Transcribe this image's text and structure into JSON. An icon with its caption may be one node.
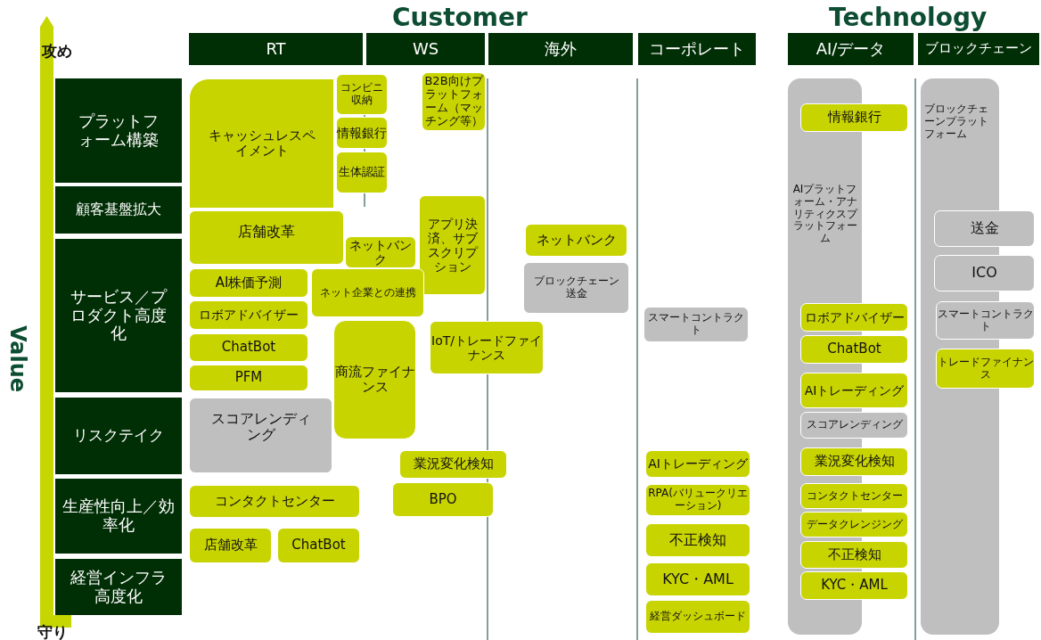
{
  "diagram": {
    "nodes": [
      {
        "text": [
          "RT"
        ]
      },
      {
        "text": [
          "WS"
        ]
      },
      {
        "text": [
          "海外"
        ]
      },
      {
        "text": [
          "コーポレート"
        ]
      },
      {
        "text": [
          "AI/データ"
        ]
      },
      {
        "text": [
          "ブロックチェーン"
        ]
      },
      {
        "text": [
          "プラットフォーム構築"
        ]
      },
      {
        "text": [
          "顧客基盤拡大"
        ]
      },
      {
        "text": [
          "サービス／プロダクト高度化"
        ]
      },
      {
        "text": [
          "リスクテイク"
        ]
      },
      {
        "text": [
          "生産性向上／効率化"
        ]
      },
      {
        "text": [
          "経営インフラ高度化"
        ]
      },
      {
        "text": [
          "キャッシュレスペイメント"
        ]
      },
      {
        "text": [
          "コンビニ収納"
        ]
      },
      {
        "text": [
          "情報銀行"
        ]
      },
      {
        "text": [
          "生体認証"
        ]
      },
      {
        "text": [
          "店舗改革"
        ]
      },
      {
        "text": [
          "ネットバンク"
        ]
      },
      {
        "text": [
          "AI株価予測"
        ]
      },
      {
        "text": [
          "ネット企業との連携"
        ]
      },
      {
        "text": [
          "ロボアドバイザー"
        ]
      },
      {
        "text": [
          "ChatBot"
        ]
      },
      {
        "text": [
          "PFM"
        ]
      },
      {
        "text": [
          "商流ファイナンス"
        ]
      },
      {
        "text": [
          "スコアレンディング"
        ]
      },
      {
        "text": [
          "コンタクトセンター"
        ]
      },
      {
        "text": [
          "店舗改革"
        ]
      },
      {
        "text": [
          "ChatBot"
        ]
      },
      {
        "text": [
          "B2B向けプラットフォーム（マッチング等）"
        ]
      },
      {
        "text": [
          "アプリ決済、サブスクリプション"
        ]
      },
      {
        "text": [
          "IoT/トレードファイナンス"
        ]
      },
      {
        "text": [
          "業況変化検知"
        ]
      },
      {
        "text": [
          "BPO"
        ]
      },
      {
        "text": [
          "ネットバンク"
        ]
      },
      {
        "text": [
          "ブロックチェーン送金"
        ]
      },
      {
        "text": [
          "スマートコントラクト"
        ]
      },
      {
        "text": [
          "AIトレーディング"
        ]
      },
      {
        "text": [
          "RPA(バリュークリエーション)"
        ]
      },
      {
        "text": [
          "不正検知"
        ]
      },
      {
        "text": [
          "KYC・AML"
        ]
      },
      {
        "text": [
          "経営ダッシュボード"
        ]
      },
      {
        "text": [
          "AIプラットフォーム・アナリティクスプラットフォーム"
        ]
      },
      {
        "text": [
          "情報銀行"
        ]
      },
      {
        "text": [
          "ロボアドバイザー"
        ]
      },
      {
        "text": [
          "ChatBot"
        ]
      },
      {
        "text": [
          "AIトレーディング"
        ]
      },
      {
        "text": [
          "スコアレンディング"
        ]
      },
      {
        "text": [
          "業況変化検知"
        ]
      },
      {
        "text": [
          "コンタクトセンター"
        ]
      },
      {
        "text": [
          "データクレンジング"
        ]
      },
      {
        "text": [
          "不正検知"
        ]
      },
      {
        "text": [
          "KYC・AML"
        ]
      },
      {
        "text": [
          "ブロックチェーンプラットフォーム"
        ]
      },
      {
        "text": [
          "送金"
        ]
      },
      {
        "text": [
          "ICO"
        ]
      },
      {
        "text": [
          "スマートコントラクト"
        ]
      },
      {
        "text": [
          "トレードファイナンス"
        ]
      }
    ],
    "labels": [
      "Customer",
      "Technology",
      "攻め",
      "Value",
      "守り"
    ]
  }
}
